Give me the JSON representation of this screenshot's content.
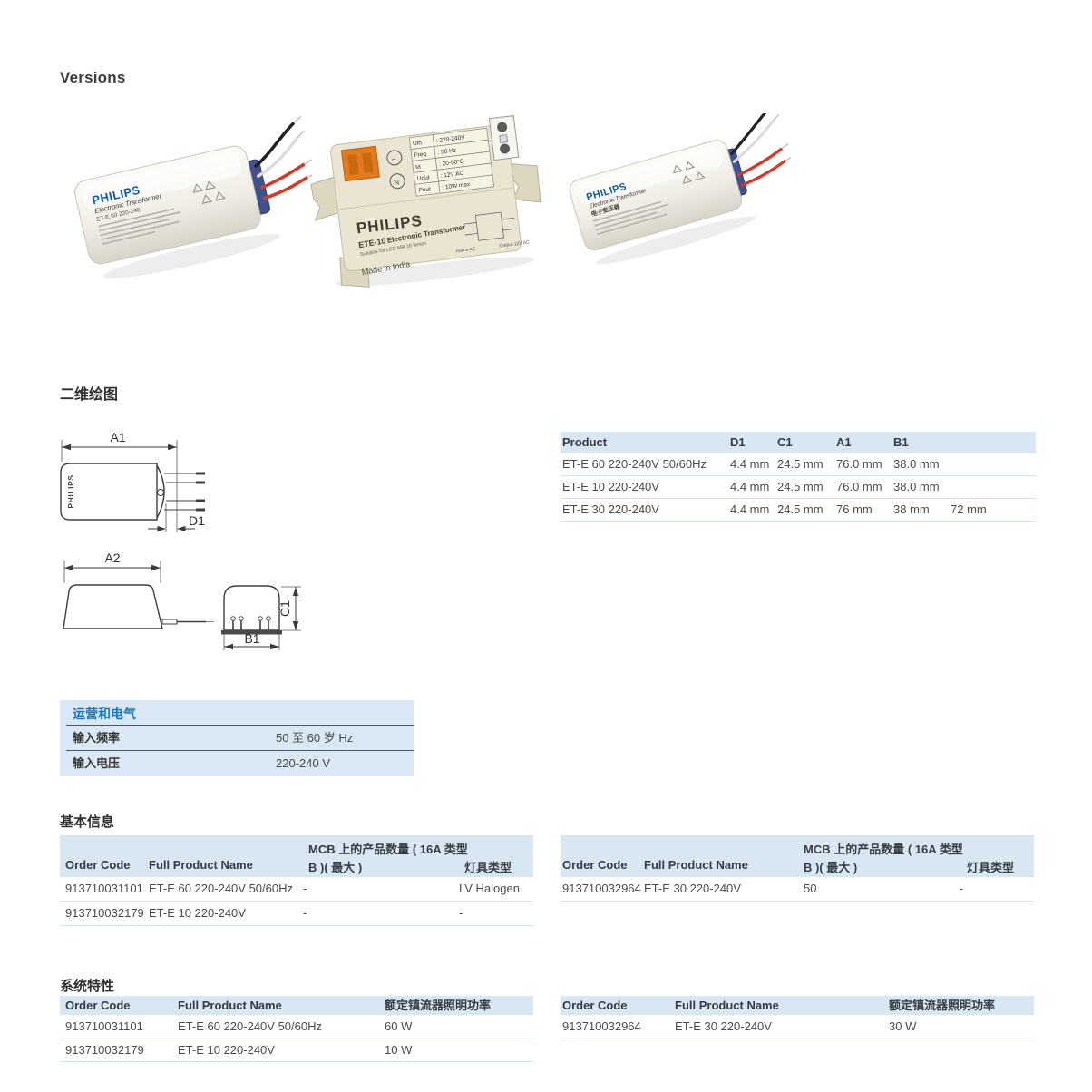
{
  "sections": {
    "versions": "Versions",
    "drawings": "二维绘图",
    "basic_info": "基本信息",
    "system_features": "系统特性"
  },
  "photos": {
    "p1": {
      "brand": "PHILIPS",
      "title": "Electronic Transformer",
      "model": "ET-E 60 220-240"
    },
    "p2": {
      "brand": "PHILIPS",
      "model": "ETE-10",
      "title": "Electronic Transformer",
      "subtitle": "Suitable for LED MR 16 lamps",
      "origin": "Made in India",
      "spec_rows": [
        {
          "k": "Uin",
          "v": ": 220-240V"
        },
        {
          "k": "Freq",
          "v": ": 50 Hz"
        },
        {
          "k": "ta",
          "v": ": 20-50°C"
        },
        {
          "k": "Uout",
          "v": ": 12V AC"
        },
        {
          "k": "Pout",
          "v": ": 10W max"
        }
      ],
      "diag_in": "mains AC",
      "diag_out": "Output 12V AC"
    },
    "p3": {
      "brand": "PHILIPS",
      "title": "Electronic Transformer",
      "model": "电子变压器"
    }
  },
  "drawing": {
    "brand": "PHILIPS",
    "a1": "A1",
    "d1": "D1",
    "a2": "A2",
    "b1": "B1",
    "c1": "C1"
  },
  "dim_table": {
    "col_product": "Product",
    "col_d1": "D1",
    "col_c1": "C1",
    "col_a1": "A1",
    "col_b1": "B1",
    "rows": [
      {
        "product": "ET-E 60 220-240V 50/60Hz",
        "d1": "4.4 mm",
        "c1": "24.5 mm",
        "a1": "76.0 mm",
        "b1": "38.0 mm",
        "extra": ""
      },
      {
        "product": "ET-E 10 220-240V",
        "d1": "4.4 mm",
        "c1": "24.5 mm",
        "a1": "76.0 mm",
        "b1": "38.0 mm",
        "extra": ""
      },
      {
        "product": "ET-E 30 220-240V",
        "d1": "4.4 mm",
        "c1": "24.5 mm",
        "a1": "76 mm",
        "b1": "38 mm",
        "extra": "72 mm"
      }
    ]
  },
  "electrical": {
    "title": "运营和电气",
    "rows": [
      {
        "label": "输入频率",
        "value": "50 至 60 岁 Hz"
      },
      {
        "label": "输入电压",
        "value": "220-240 V"
      }
    ]
  },
  "basic": {
    "mcb_line1": "MCB 上的产品数量 ( 16A 类型",
    "col_order": "Order Code",
    "col_name": "Full Product Name",
    "col_mcb2": "B )( 最大 )",
    "col_lamp": "灯具类型",
    "left_rows": [
      {
        "order": "913710031101",
        "name": "ET-E 60 220-240V 50/60Hz",
        "mcb": "-",
        "lamp": "LV Halogen"
      },
      {
        "order": "913710032179",
        "name": "ET-E 10 220-240V",
        "mcb": "-",
        "lamp": "-"
      }
    ],
    "right_rows": [
      {
        "order": "913710032964",
        "name": "ET-E 30 220-240V",
        "mcb": "50",
        "lamp": "-"
      }
    ]
  },
  "system": {
    "col_order": "Order Code",
    "col_name": "Full Product Name",
    "col_power": "额定镇流器照明功率",
    "left_rows": [
      {
        "order": "913710031101",
        "name": "ET-E 60 220-240V 50/60Hz",
        "power": "60 W"
      },
      {
        "order": "913710032179",
        "name": "ET-E 10 220-240V",
        "power": "10 W"
      }
    ],
    "right_rows": [
      {
        "order": "913710032964",
        "name": "ET-E 30 220-240V",
        "power": "30 W"
      }
    ]
  },
  "colors": {
    "accent_blue": "#1976bd",
    "header_bg": "#d9e7f3",
    "panel_bg": "#d9e8f4",
    "row_line": "#cfe0ee",
    "panel_line": "#44597a",
    "philips_blue": "#0d5ca8",
    "wire_red": "#d23b2a"
  }
}
